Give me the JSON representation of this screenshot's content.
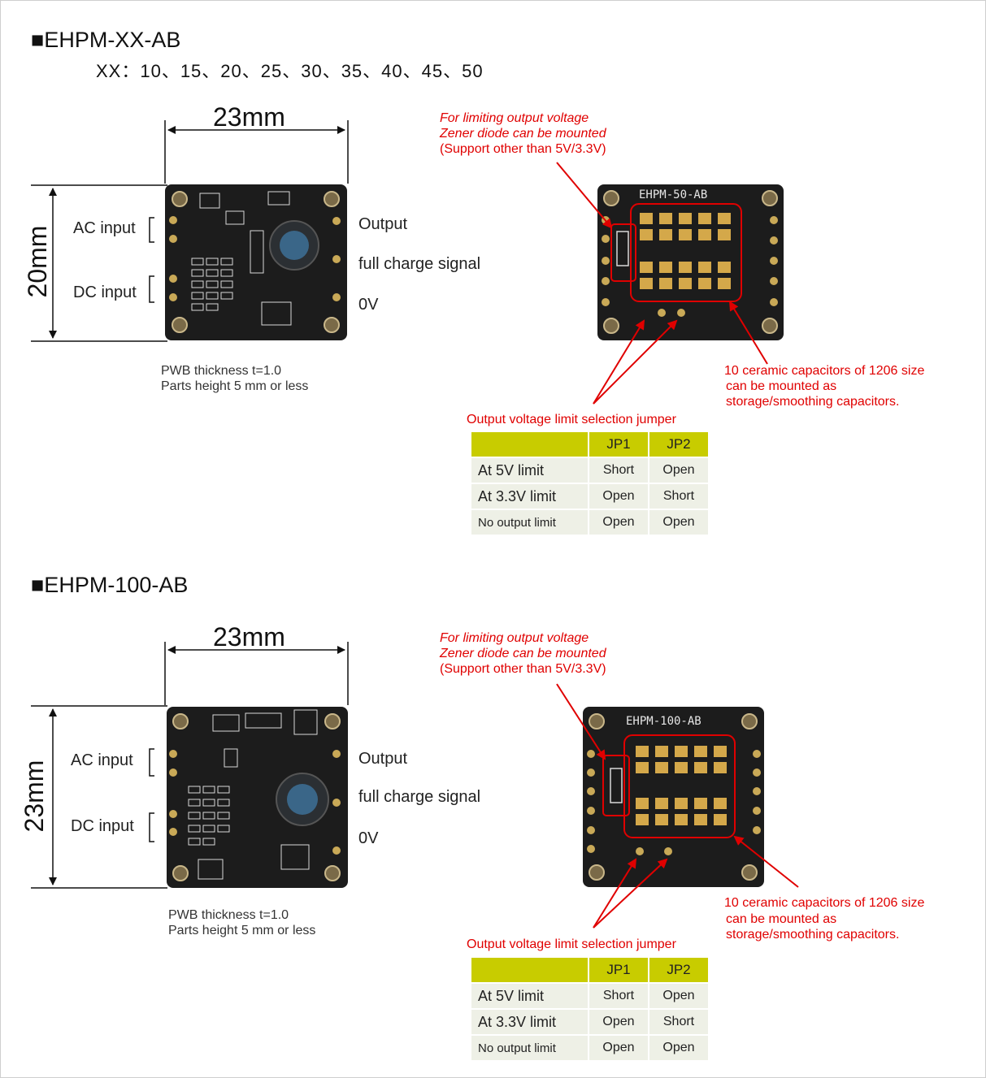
{
  "section1": {
    "title": "■EHPM-XX-AB",
    "subtitle": "XX：10、15、20、25、30、35、40、45、50",
    "width_label": "23mm",
    "height_label": "20mm",
    "ac_input": "AC input",
    "dc_input": "DC input",
    "output": "Output",
    "full_charge": "full charge signal",
    "zero_v": "0V",
    "pwb": "PWB thickness    t=1.0",
    "parts": "Parts height 5 mm or less",
    "zener_1": "For limiting output voltage",
    "zener_2": "Zener diode can be mounted",
    "zener_3": "(Support other than 5V/3.3V)",
    "caps_1": "10 ceramic capacitors of 1206 size",
    "caps_2": "can be mounted as",
    "caps_3": "storage/smoothing capacitors.",
    "jumper_label": "Output voltage limit selection jumper",
    "board_name": "EHPM-50-AB"
  },
  "section2": {
    "title": "■EHPM-100-AB",
    "width_label": "23mm",
    "height_label": "23mm",
    "ac_input": "AC input",
    "dc_input": "DC input",
    "output": "Output",
    "full_charge": "full charge signal",
    "zero_v": "0V",
    "pwb": "PWB thickness    t=1.0",
    "parts": "Parts height 5 mm or less",
    "zener_1": "For limiting output voltage",
    "zener_2": "Zener diode can be mounted",
    "zener_3": "(Support other than 5V/3.3V)",
    "caps_1": "10 ceramic capacitors of 1206 size",
    "caps_2": "can be mounted as",
    "caps_3": "storage/smoothing capacitors.",
    "jumper_label": "Output voltage limit selection jumper",
    "board_name": "EHPM-100-AB"
  },
  "jumper_table": {
    "headers": [
      "",
      "JP1",
      "JP2"
    ],
    "rows": [
      [
        "At 5V limit",
        "Short",
        "Open"
      ],
      [
        "At 3.3V limit",
        "Open",
        "Short"
      ],
      [
        "No output limit",
        "Open",
        "Open"
      ]
    ]
  },
  "colors": {
    "annotation_red": "#e00000",
    "table_header": "#c8cc00",
    "table_cell": "#eef0e6",
    "pcb": "#1c1c1c",
    "gold_pad": "#d4a84a"
  }
}
